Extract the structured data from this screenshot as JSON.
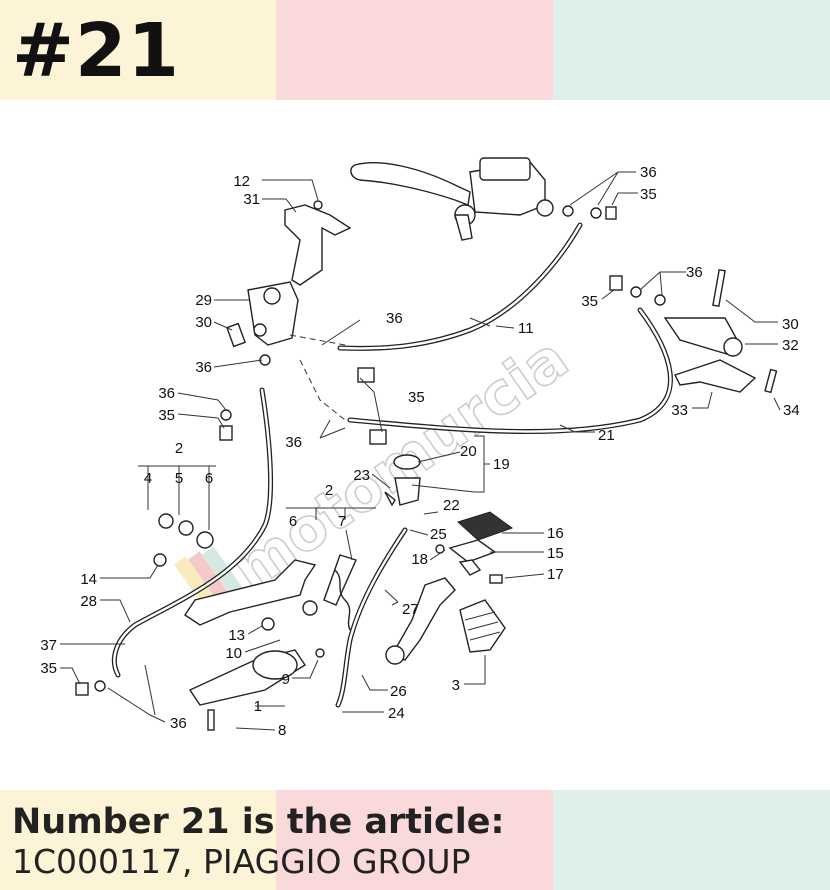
{
  "header": {
    "title": "#21"
  },
  "caption": {
    "line1": "Number 21 is the article:",
    "line2": "1C000117, PIAGGIO GROUP"
  },
  "colors": {
    "band_yellow": "#fdf3d6",
    "band_pink": "#f9d9d9",
    "band_mint": "#dff0ea",
    "text": "#222222"
  },
  "diagram": {
    "watermark": "motomurcia",
    "labels": [
      "12",
      "31",
      "29",
      "30",
      "36",
      "36",
      "35",
      "2",
      "4",
      "5",
      "6",
      "14",
      "28",
      "37",
      "35",
      "36",
      "13",
      "10",
      "9",
      "1",
      "8",
      "36",
      "11",
      "35",
      "36",
      "2",
      "6",
      "7",
      "20",
      "19",
      "23",
      "22",
      "25",
      "18",
      "27",
      "26",
      "24",
      "3",
      "16",
      "15",
      "17",
      "21",
      "36",
      "35",
      "30",
      "32",
      "33",
      "34",
      "36",
      "35"
    ]
  }
}
